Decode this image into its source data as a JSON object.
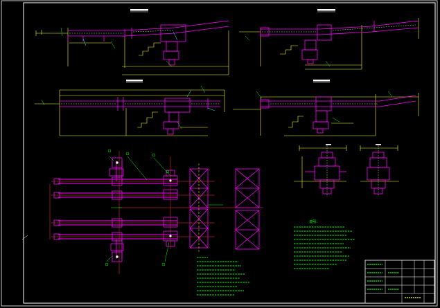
{
  "colors": {
    "background": "#000000",
    "frame": "#ffffff",
    "structure": "#ff00ff",
    "dimension": "#ffff00",
    "annotation": "#00ff00",
    "centerline": "#ff3030",
    "leader": "#00ffff"
  },
  "views": [
    {
      "name": "elevation-top-left"
    },
    {
      "name": "elevation-top-right"
    },
    {
      "name": "elevation-middle-left"
    },
    {
      "name": "elevation-middle-right"
    },
    {
      "name": "plan-layout"
    },
    {
      "name": "section-a"
    },
    {
      "name": "section-b"
    }
  ],
  "notes": {
    "heading": "说明："
  },
  "title_block": {
    "rows": 5,
    "columns": 6
  }
}
